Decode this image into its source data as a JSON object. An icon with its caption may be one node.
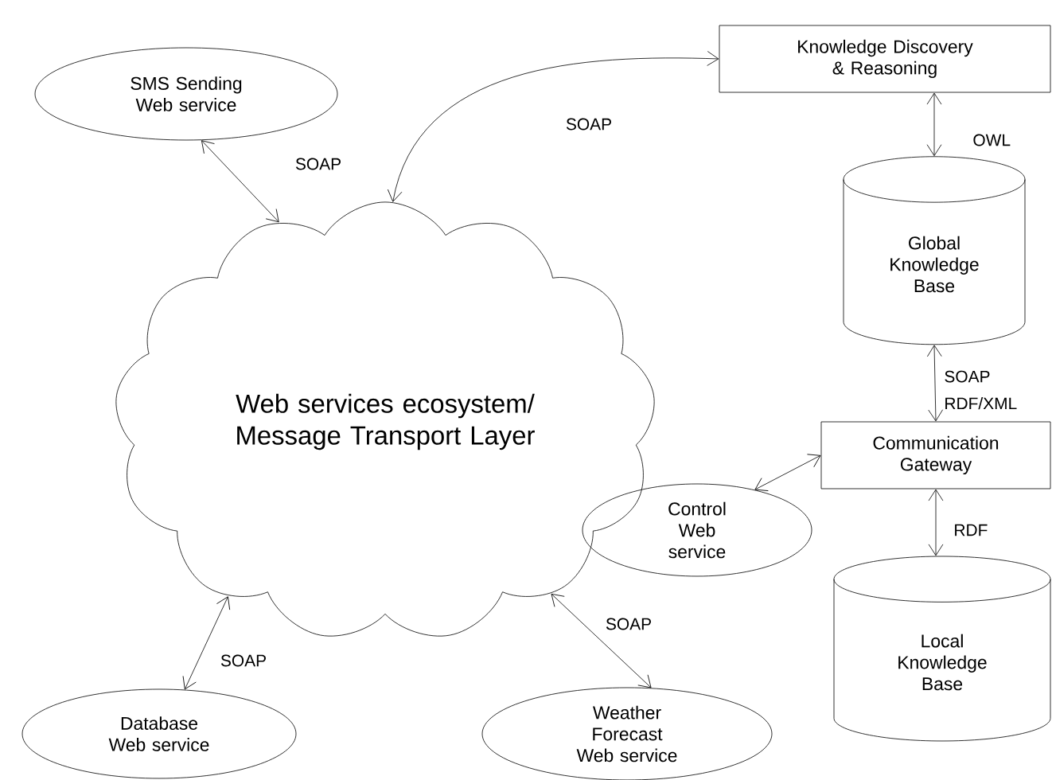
{
  "diagram": {
    "nodes": [
      {
        "text": [
          "SMS Sending Web service"
        ]
      },
      {
        "text": [
          "Knowledge Discovery & Reasoning"
        ]
      },
      {
        "text": [
          "Web services ecosystem/ Message Transport Layer"
        ]
      },
      {
        "text": [
          "Global Knowledge Base"
        ]
      },
      {
        "text": [
          "Communication Gateway"
        ]
      },
      {
        "text": [
          "Control Web service"
        ]
      },
      {
        "text": [
          "Local Knowledge Base"
        ]
      },
      {
        "text": [
          "Database Web service"
        ]
      },
      {
        "text": [
          "Weather Forecast Web service"
        ]
      }
    ],
    "edges": [
      {
        "from": 0,
        "to": 2,
        "arrow": "both",
        "label": "SOAP"
      },
      {
        "from": 2,
        "to": 1,
        "arrow": "both",
        "label": "SOAP"
      },
      {
        "from": 1,
        "to": 3,
        "arrow": "both",
        "label": "OWL"
      },
      {
        "from": 3,
        "to": 4,
        "arrow": "both",
        "label": "SOAP RDF/XML"
      },
      {
        "from": 4,
        "to": 5,
        "arrow": "both"
      },
      {
        "from": 4,
        "to": 6,
        "arrow": "both",
        "label": "RDF"
      },
      {
        "from": 2,
        "to": 7,
        "arrow": "both",
        "label": "SOAP"
      },
      {
        "from": 2,
        "to": 8,
        "arrow": "both",
        "label": "SOAP"
      }
    ]
  }
}
